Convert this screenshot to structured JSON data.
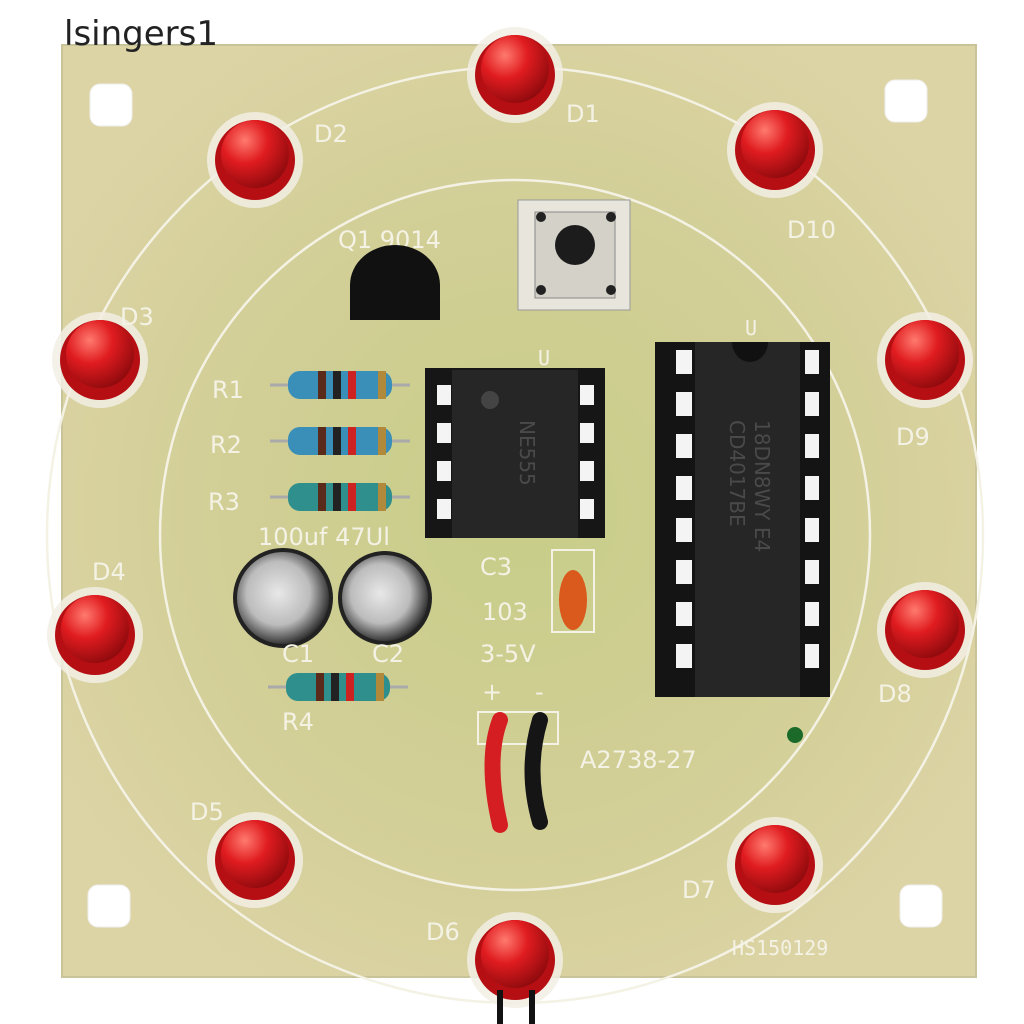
{
  "watermark": "lsingers1",
  "board": {
    "led_labels": [
      "D1",
      "D2",
      "D3",
      "D4",
      "D5",
      "D6",
      "D7",
      "D8",
      "D9",
      "D10"
    ],
    "transistor_label": "Q1 9014",
    "resistor_labels": [
      "R1",
      "R2",
      "R3",
      "R4"
    ],
    "capacitor_values": "100uf 47Ul",
    "c1_label": "C1",
    "c2_label": "C2",
    "c3_label": "C3",
    "c3_value": "103",
    "voltage": "3-5V",
    "plus": "+",
    "minus": "-",
    "board_code": "A2738-27",
    "serial": "HS150129",
    "ic1_label": "U",
    "ic1_marking": "NE555",
    "ic2_label": "U",
    "ic2_marking_1": "18DN8WY E4",
    "ic2_marking_2": "CD4017BE",
    "colors": {
      "board": "#d8d19c",
      "led": "#d8161b",
      "silk": "#f4f2e4",
      "ic": "#1e1e1e"
    }
  }
}
